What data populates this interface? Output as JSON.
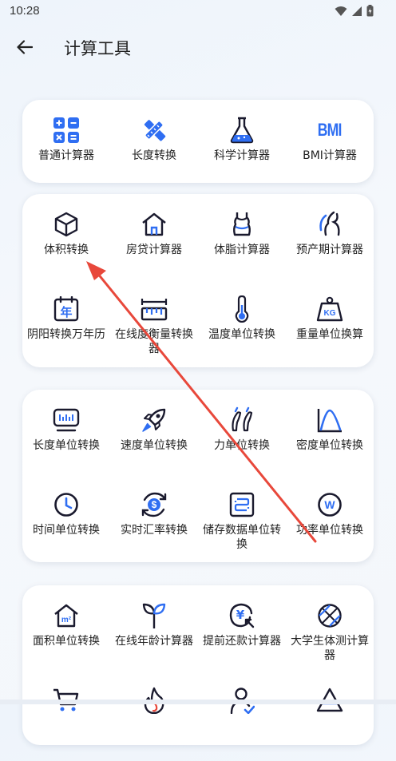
{
  "status_bar": {
    "time": "10:28"
  },
  "header": {
    "title": "计算工具"
  },
  "cards": [
    {
      "name": "basic",
      "items": [
        {
          "id": "calc",
          "label": "普通计算器",
          "icon": "calculator-icon"
        },
        {
          "id": "length",
          "label": "长度转换",
          "icon": "ruler-pencil-icon"
        },
        {
          "id": "science",
          "label": "科学计算器",
          "icon": "flask-icon"
        },
        {
          "id": "bmi",
          "label": "BMI计算器",
          "icon": "bmi-icon",
          "icon_text": "BMI"
        }
      ]
    },
    {
      "name": "life",
      "items": [
        {
          "id": "volume",
          "label": "体积转换",
          "icon": "cube-icon"
        },
        {
          "id": "mortgage",
          "label": "房贷计算器",
          "icon": "house-icon"
        },
        {
          "id": "bodyfat",
          "label": "体脂计算器",
          "icon": "body-icon"
        },
        {
          "id": "duedate",
          "label": "预产期计算器",
          "icon": "pregnancy-icon"
        },
        {
          "id": "lunar",
          "label": "阴阳转换万年历",
          "icon": "calendar-icon",
          "icon_text": "年"
        },
        {
          "id": "measure",
          "label": "在线度衡量转换器",
          "icon": "scale-ruler-icon"
        },
        {
          "id": "temperature",
          "label": "温度单位转换",
          "icon": "thermometer-icon"
        },
        {
          "id": "weight",
          "label": "重量单位换算",
          "icon": "weight-icon",
          "icon_text": "KG"
        }
      ]
    },
    {
      "name": "units",
      "items": [
        {
          "id": "lengthunit",
          "label": "长度单位转换",
          "icon": "tape-icon"
        },
        {
          "id": "speed",
          "label": "速度单位转换",
          "icon": "rocket-icon"
        },
        {
          "id": "force",
          "label": "力单位转换",
          "icon": "dumbbell-icon"
        },
        {
          "id": "density",
          "label": "密度单位转换",
          "icon": "curve-icon"
        },
        {
          "id": "time",
          "label": "时间单位转换",
          "icon": "clock-icon"
        },
        {
          "id": "exchange",
          "label": "实时汇率转换",
          "icon": "currency-icon",
          "icon_text": "$"
        },
        {
          "id": "storage",
          "label": "储存数据单位转换",
          "icon": "storage-icon"
        },
        {
          "id": "power",
          "label": "功率单位转换",
          "icon": "watt-icon",
          "icon_text": "W"
        }
      ]
    },
    {
      "name": "more",
      "items": [
        {
          "id": "area",
          "label": "面积单位转换",
          "icon": "area-icon",
          "icon_text": "m²"
        },
        {
          "id": "age",
          "label": "在线年龄计算器",
          "icon": "sprout-icon"
        },
        {
          "id": "prepay",
          "label": "提前还款计算器",
          "icon": "yuan-icon",
          "icon_text": "¥"
        },
        {
          "id": "student",
          "label": "大学生体测计算器",
          "icon": "ball-icon"
        },
        {
          "id": "cart",
          "label": "",
          "icon": "cart-icon"
        },
        {
          "id": "fire",
          "label": "",
          "icon": "fire-icon"
        },
        {
          "id": "person",
          "label": "",
          "icon": "person-icon"
        },
        {
          "id": "triangle",
          "label": "",
          "icon": "triangle-icon"
        }
      ]
    }
  ],
  "colors": {
    "accent": "#2f6ef2",
    "dark": "#1a1a2e",
    "annotation": "#e8483b"
  }
}
